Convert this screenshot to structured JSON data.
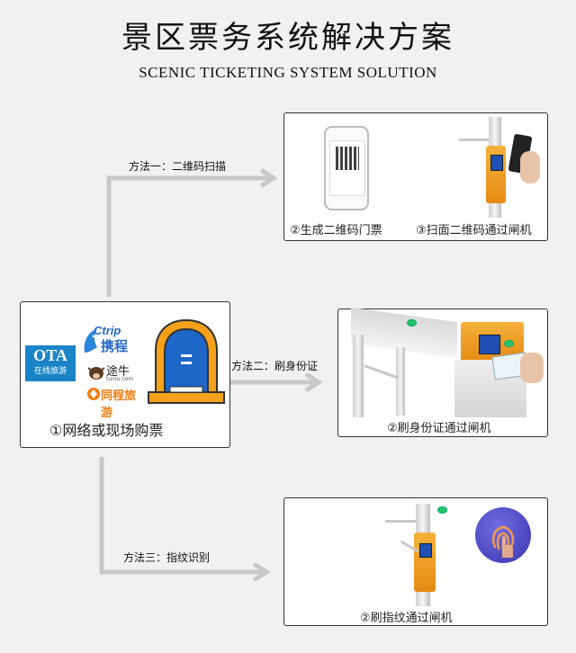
{
  "header": {
    "title": "景区票务系统解决方案",
    "subtitle": "SCENIC TICKETING SYSTEM SOLUTION"
  },
  "source": {
    "caption": "①网络或现场购票",
    "logos": {
      "ota": "OTA",
      "ota_sub": "在线旅游",
      "ctrip_en": "Ctrip",
      "ctrip_cn": "携程",
      "tuniu_cn": "途牛",
      "tuniu_en": "tuniu.com",
      "tongcheng": "同程旅游"
    }
  },
  "methods": [
    {
      "label": "方法一：二维码扫描",
      "captions": [
        "②生成二维码门票",
        "③扫面二维码通过闸机"
      ]
    },
    {
      "label": "方法二：刷身份证",
      "captions": [
        "②刷身份证通过闸机"
      ]
    },
    {
      "label": "方法三：指纹识别",
      "captions": [
        "②刷指纹通过闸机"
      ]
    }
  ],
  "colors": {
    "arrow": "#c8c8c8",
    "brand_blue": "#1a84c7",
    "door_blue": "#1e66c8",
    "door_orange": "#f5a11a"
  }
}
